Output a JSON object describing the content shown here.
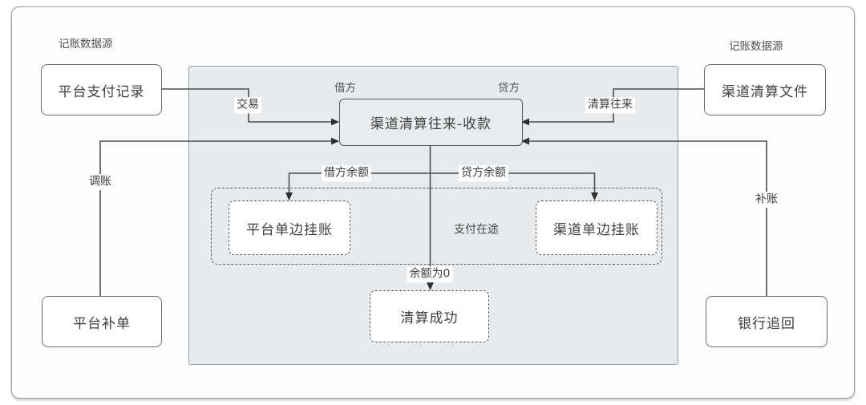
{
  "diagram": {
    "title_hint": "channel-clearing-reconciliation-flow",
    "source_label_left": "记账数据源",
    "source_label_right": "记账数据源",
    "nodes": {
      "platform_payment_records": "平台支付记录",
      "channel_clearing_file": "渠道清算文件",
      "clearing_account": "渠道清算往来-收款",
      "platform_pending": "平台单边挂账",
      "channel_pending": "渠道单边挂账",
      "clearing_success": "清算成功",
      "platform_supplement": "平台补单",
      "bank_recall": "银行追回"
    },
    "edge_labels": {
      "transaction": "交易",
      "clearing_exchange": "清算往来",
      "debit": "借方",
      "credit": "贷方",
      "debit_balance": "借方余额",
      "credit_balance": "贷方余额",
      "payment_in_transit": "支付在途",
      "balance_zero": "余额为0",
      "adjust_account": "调账",
      "supplement_account": "补账"
    },
    "colors": {
      "panel_bg": "#e8ebed",
      "panel_border": "#9aa0a3",
      "node_border": "#6e6e6e",
      "line": "#4d4d4d",
      "arrowhead": "#2e2e2e",
      "text": "#3f3f3f"
    }
  }
}
